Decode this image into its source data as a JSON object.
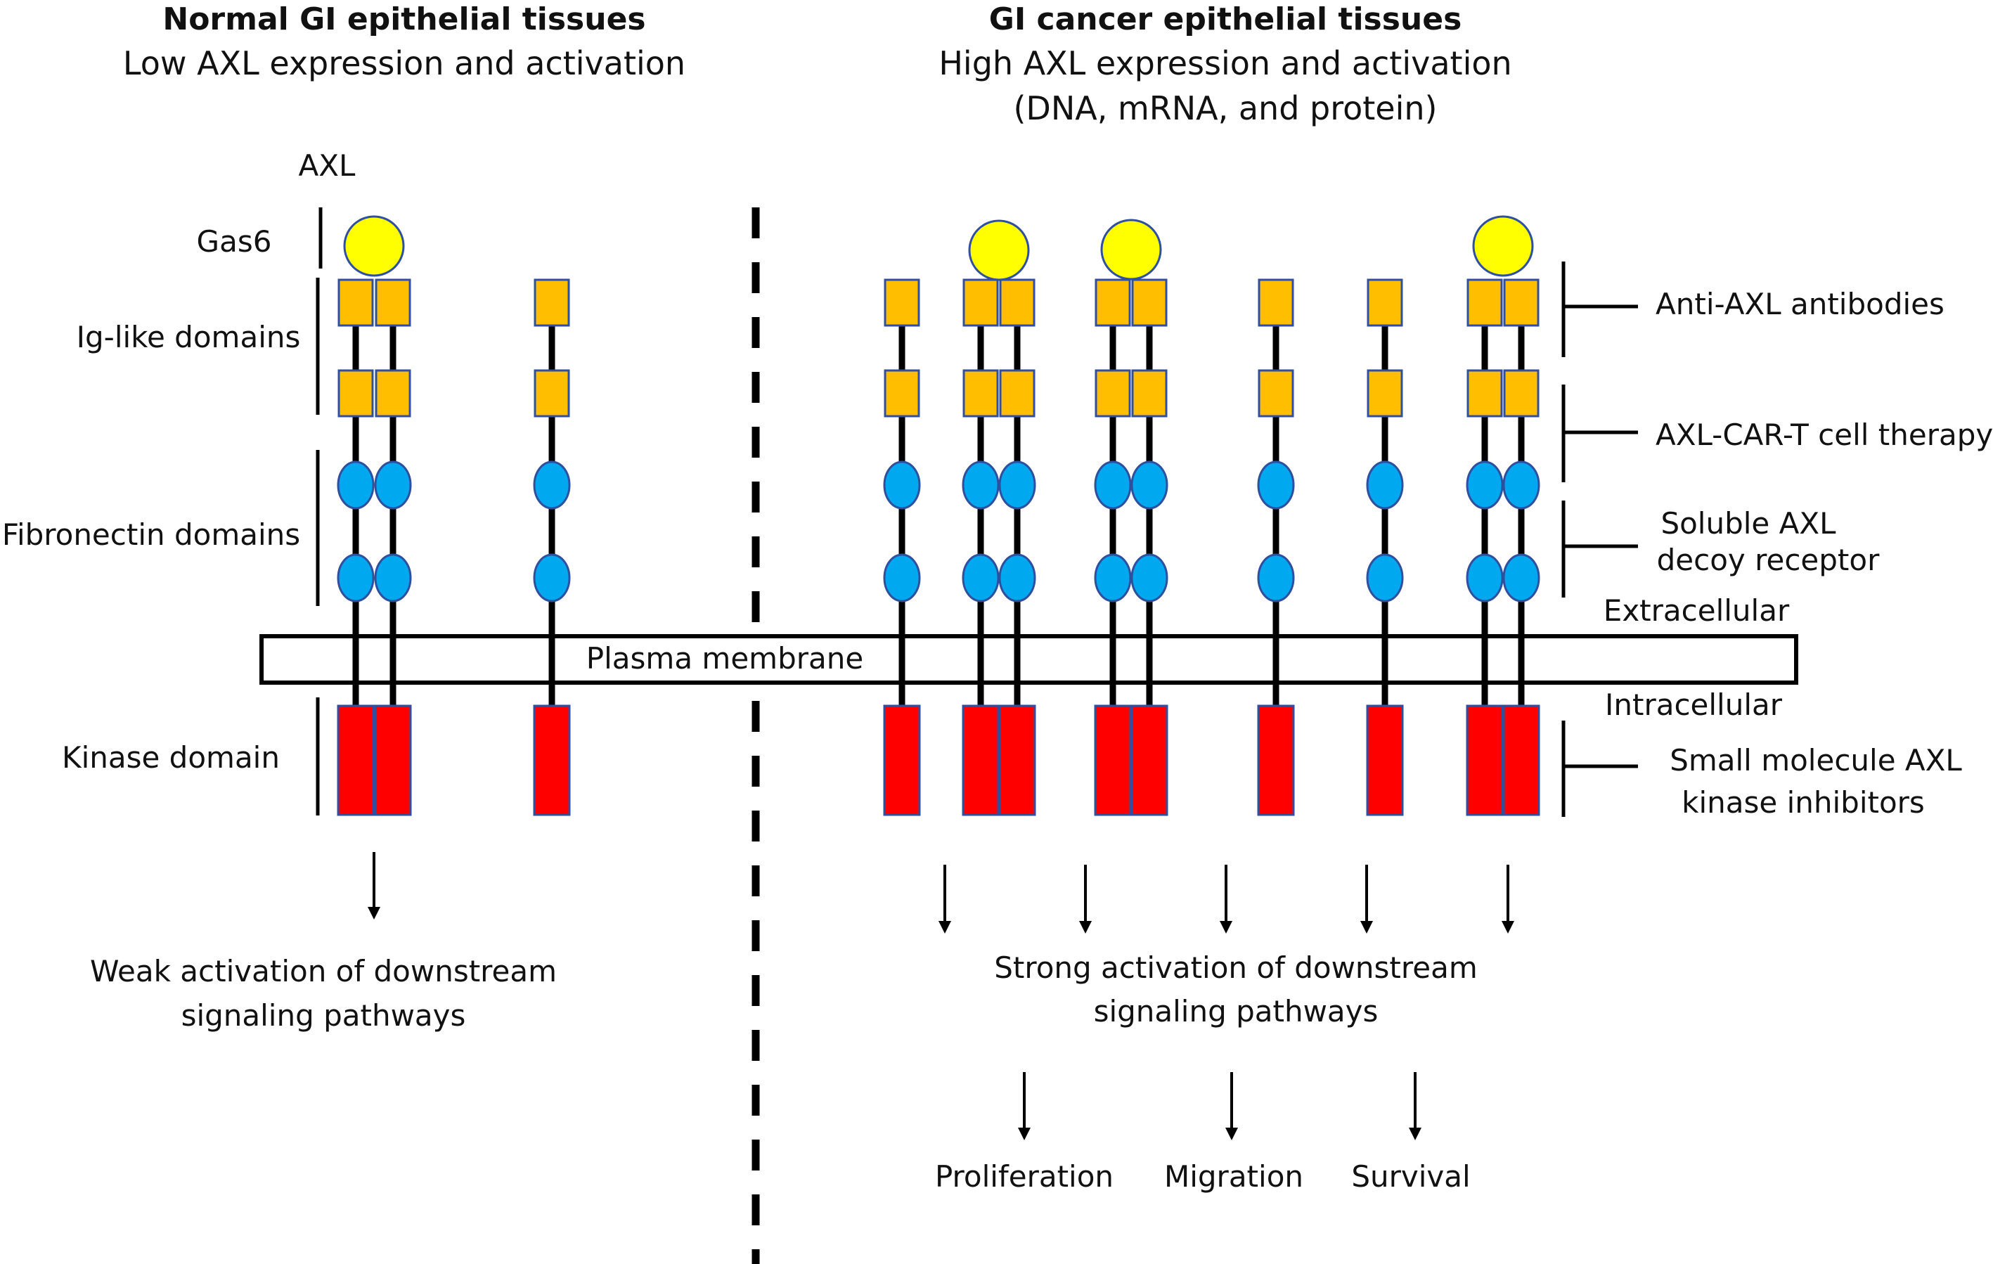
{
  "colors": {
    "gas6": "#ffff00",
    "ig_domain": "#ffbf00",
    "fibronectin_domain": "#00a8f0",
    "kinase_domain": "#ff0000",
    "outline": "#2f4f9f",
    "line": "#000000"
  },
  "normal": {
    "title": "Normal GI epithelial tissues",
    "subtitle": "Low AXL expression and activation",
    "axl_label": "AXL",
    "outcome": [
      "Weak activation of downstream",
      "signaling pathways"
    ]
  },
  "cancer": {
    "title": "GI cancer epithelial tissues",
    "subtitle": [
      "High AXL expression and activation",
      "(DNA, mRNA, and protein)"
    ],
    "outcome": [
      "Strong activation of downstream",
      "signaling pathways"
    ],
    "effects": [
      "Proliferation",
      "Migration",
      "Survival"
    ]
  },
  "domains": {
    "gas6": "Gas6",
    "ig": "Ig-like domains",
    "fibronectin": "Fibronectin domains",
    "kinase": "Kinase domain"
  },
  "membrane": {
    "label": "Plasma membrane",
    "extracellular": "Extracellular",
    "intracellular": "Intracellular"
  },
  "therapies": {
    "antibodies": "Anti-AXL antibodies",
    "car_t": "AXL-CAR-T cell therapy",
    "decoy": [
      "Soluble AXL",
      "decoy receptor"
    ],
    "inhibitors": [
      "Small molecule AXL",
      "kinase inhibitors"
    ]
  }
}
